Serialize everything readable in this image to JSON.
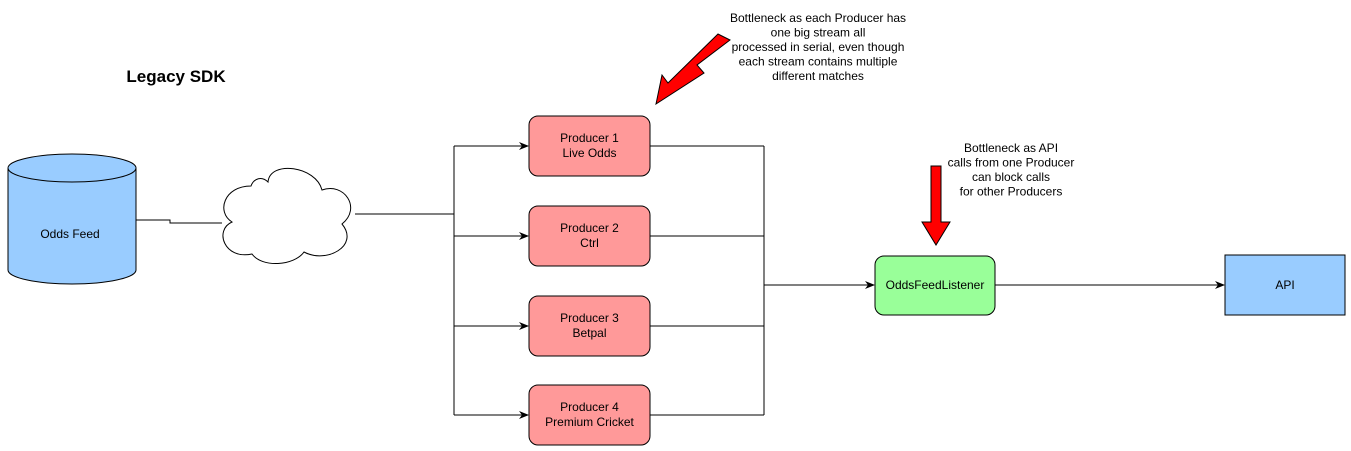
{
  "title": "Legacy SDK",
  "source": {
    "label": "Odds Feed",
    "fill": "#99ccff"
  },
  "cloud": {
    "label": ""
  },
  "producers": [
    {
      "line1": "Producer 1",
      "line2": "Live Odds"
    },
    {
      "line1": "Producer 2",
      "line2": "Ctrl"
    },
    {
      "line1": "Producer 3",
      "line2": "Betpal"
    },
    {
      "line1": "Producer 4",
      "line2": "Premium Cricket"
    }
  ],
  "listener": {
    "label": "OddsFeedListener",
    "fill": "#99ff99"
  },
  "api": {
    "label": "API",
    "fill": "#99ccff"
  },
  "producer_fill": "#ff9999",
  "arrow_color": "#ff0000",
  "notes": {
    "producer_bottleneck": [
      "Bottleneck as each Producer has",
      "one big stream all",
      "processed in serial, even though",
      "each stream contains multiple",
      "different matches"
    ],
    "api_bottleneck": [
      "Bottleneck as API",
      "calls from one Producer",
      "can block calls",
      "for other Producers"
    ]
  }
}
